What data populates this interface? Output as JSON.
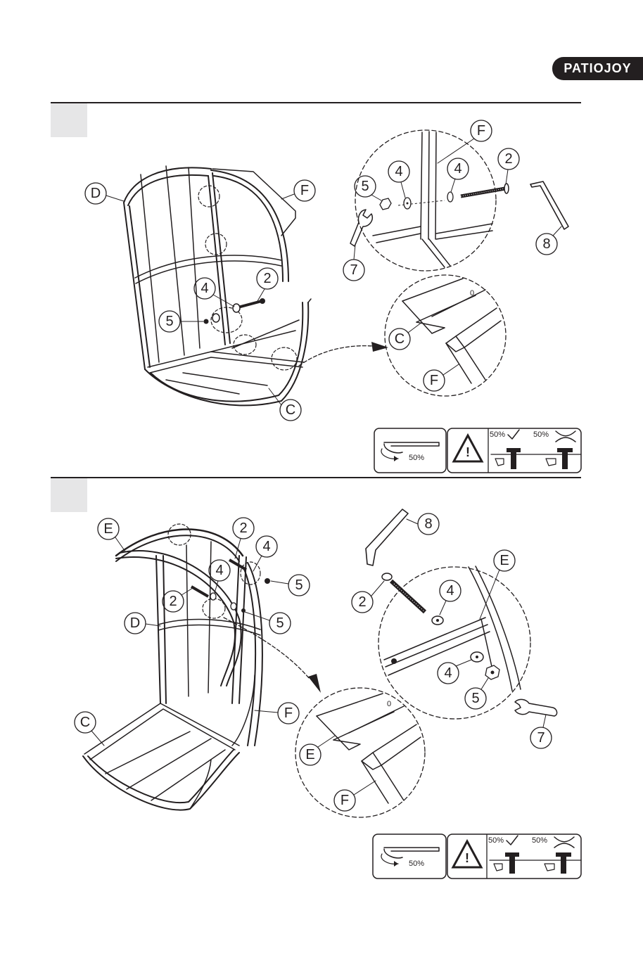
{
  "brand": {
    "logo_text": "PATIOJOY"
  },
  "step1": {
    "callouts": {
      "D": "D",
      "F": "F",
      "C": "C",
      "bolt": "2",
      "washer": "4",
      "nut": "5",
      "wrench": "7",
      "allen_key": "8"
    },
    "warning_panel": {
      "tighten_pct": "50%",
      "ok_pct": "50%",
      "bad_pct": "50%",
      "alert_symbol": "!"
    }
  },
  "step2": {
    "callouts": {
      "E": "E",
      "D": "D",
      "C": "C",
      "F": "F",
      "bolt": "2",
      "washer": "4",
      "nut": "5",
      "wrench": "7",
      "allen_key": "8"
    },
    "warning_panel": {
      "tighten_pct": "50%",
      "ok_pct": "50%",
      "bad_pct": "50%",
      "alert_symbol": "!"
    }
  }
}
